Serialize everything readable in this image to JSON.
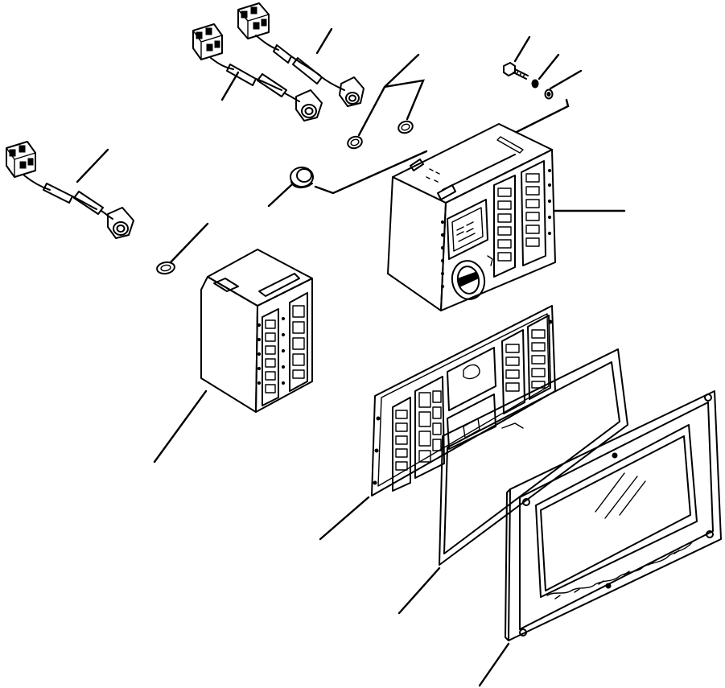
{
  "drawing": {
    "ink_color": "#000000",
    "paper_color": "#ffffff",
    "components": [
      "wiring-harness-connector",
      "wiring-harness-connector",
      "wiring-harness-connector",
      "grommet",
      "o-ring",
      "bolt",
      "lock-washer",
      "washer",
      "monitor-module",
      "monitor-module",
      "indicator-panel-board",
      "gasket",
      "bezel-frame-with-glass"
    ]
  }
}
